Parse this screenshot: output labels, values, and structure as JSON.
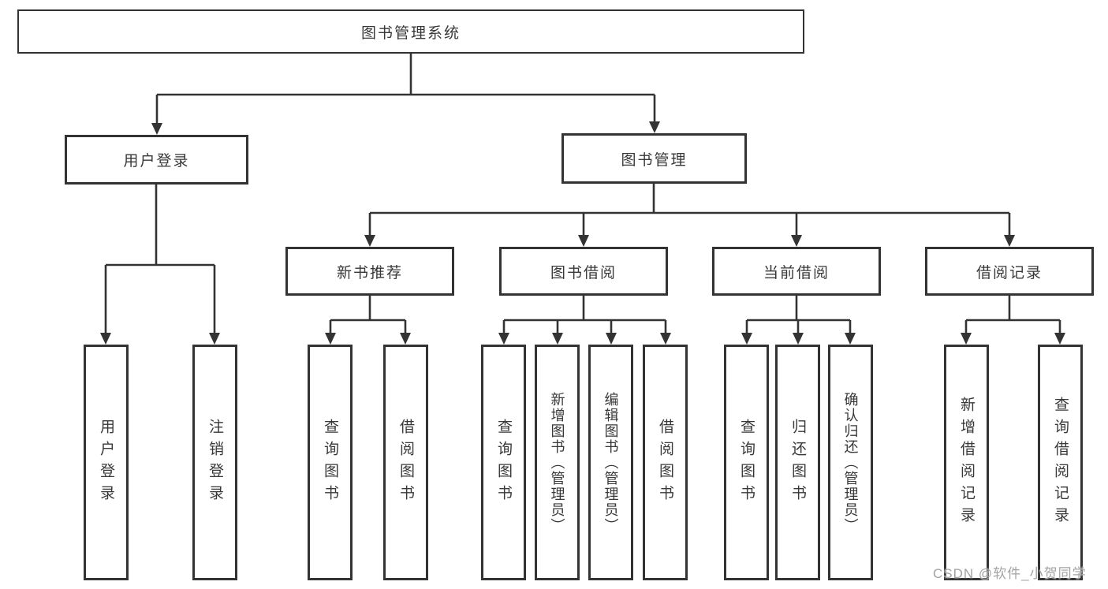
{
  "diagram": {
    "title": "图书管理系统",
    "level2": {
      "user_login": "用户登录",
      "book_management": "图书管理"
    },
    "level3": {
      "new_book": "新书推荐",
      "book_borrow": "图书借阅",
      "current_borrow": "当前借阅",
      "borrow_records": "借阅记录"
    },
    "leaves": {
      "user_login": [
        "用户登录",
        "注销登录"
      ],
      "new_book": [
        "查询图书",
        "借阅图书"
      ],
      "book_borrow": [
        "查询图书",
        "新增图书（管理员）",
        "编辑图书（管理员）",
        "借阅图书"
      ],
      "current_borrow": [
        "查询图书",
        "归还图书",
        "确认归还（管理员）"
      ],
      "borrow_records": [
        "新增借阅记录",
        "查询借阅记录"
      ]
    }
  },
  "watermark": {
    "text": "CSDN @软件_小贺同学"
  },
  "colors": {
    "line": "#333333",
    "box_border": "#333333",
    "text": "#383838",
    "background": "#ffffff",
    "watermark": "#a3a3a3"
  }
}
